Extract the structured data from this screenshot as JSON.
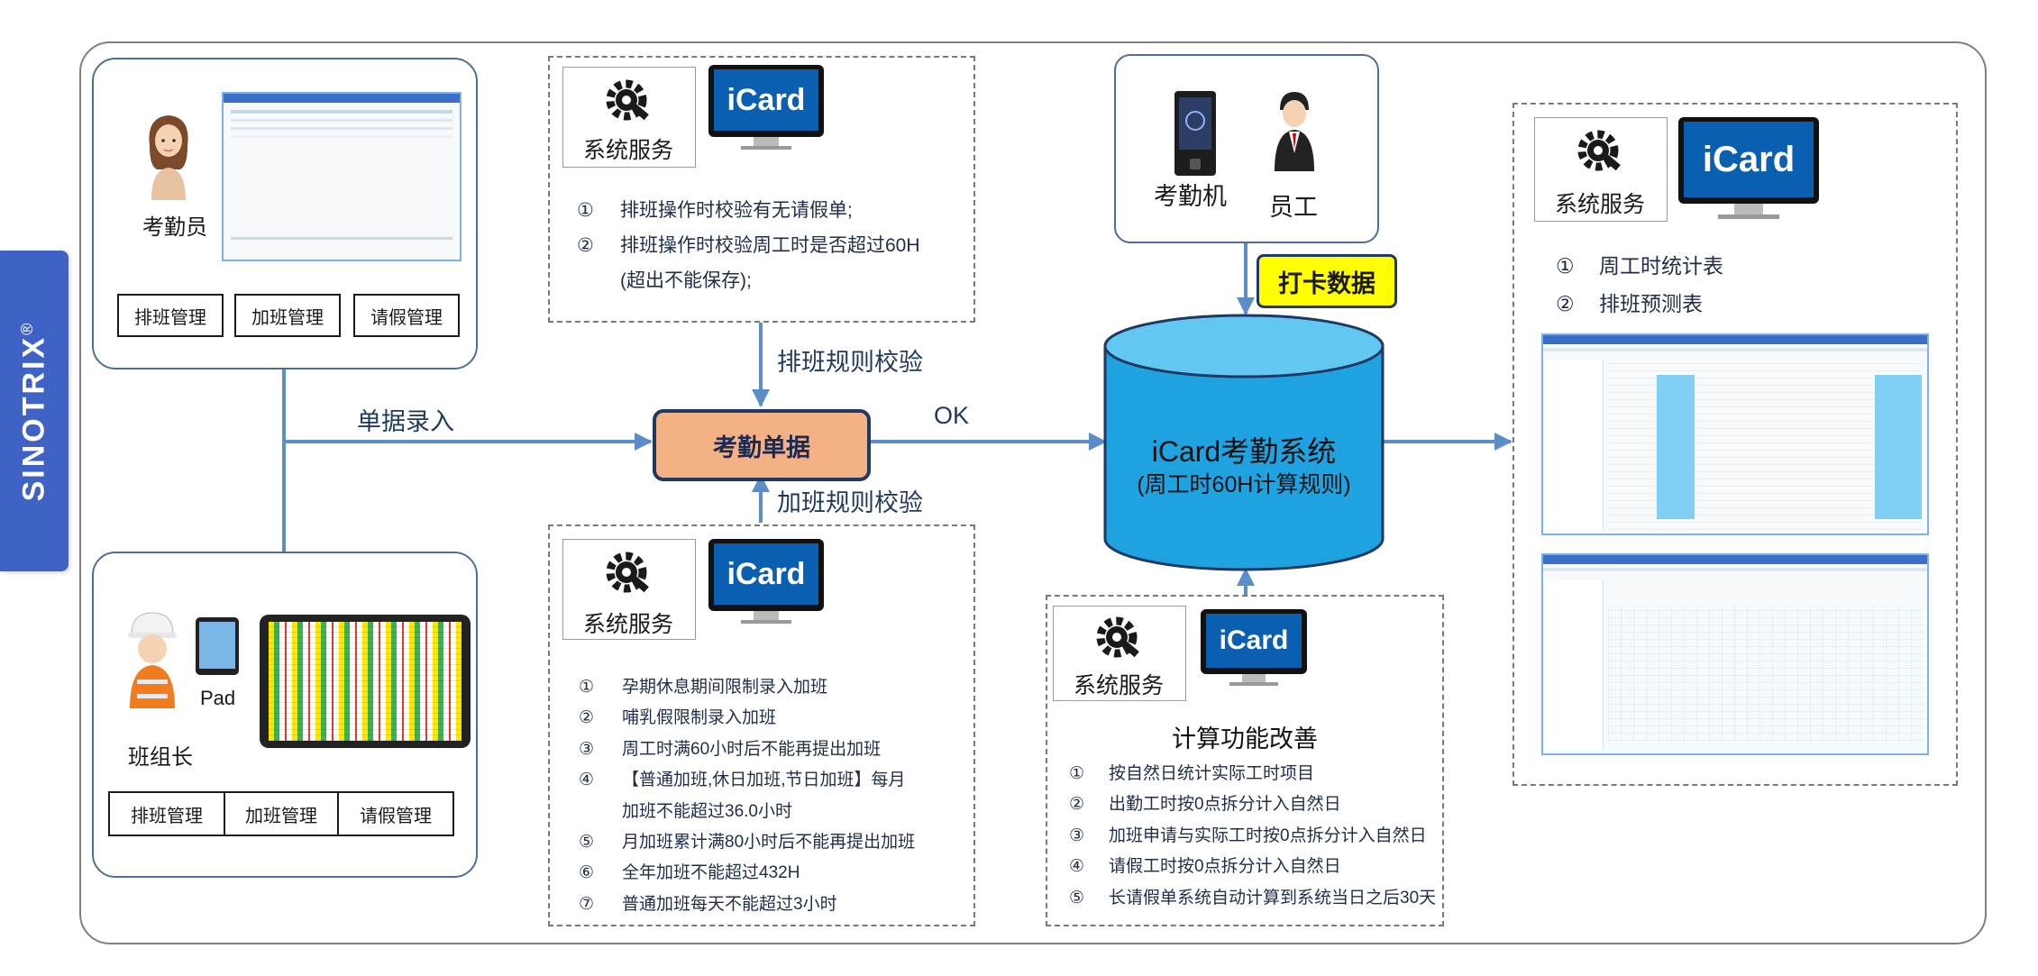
{
  "brand": {
    "name": "SINOTRIX",
    "mark": "®"
  },
  "clerk": {
    "label": "考勤员",
    "buttons": [
      "排班管理",
      "加班管理",
      "请假管理"
    ]
  },
  "team_leader": {
    "label": "班组长",
    "device": "Pad",
    "buttons": [
      "排班管理",
      "加班管理",
      "请假管理"
    ]
  },
  "flow": {
    "entry_label": "单据录入",
    "schedule_check": "排班规则校验",
    "overtime_check": "加班规则校验",
    "ok_label": "OK"
  },
  "center_node": {
    "label": "考勤单据"
  },
  "service_top": {
    "service_label": "系统服务",
    "icard_label": "iCard",
    "items": [
      {
        "num": "①",
        "text": "排班操作时校验有无请假单;"
      },
      {
        "num": "②",
        "text": "排班操作时校验周工时是否超过60H"
      }
    ],
    "item2_note": "(超出不能保存);"
  },
  "service_bottom": {
    "service_label": "系统服务",
    "icard_label": "iCard",
    "items": [
      {
        "num": "①",
        "text": "孕期休息期间限制录入加班"
      },
      {
        "num": "②",
        "text": "哺乳假限制录入加班"
      },
      {
        "num": "③",
        "text": "周工时满60小时后不能再提出加班"
      },
      {
        "num": "④",
        "text": "【普通加班,休日加班,节日加班】每月"
      },
      {
        "num": "",
        "text": "加班不能超过36.0小时"
      },
      {
        "num": "⑤",
        "text": "月加班累计满80小时后不能再提出加班"
      },
      {
        "num": "⑥",
        "text": "全年加班不能超过432H"
      },
      {
        "num": "⑦",
        "text": "普通加班每天不能超过3小时"
      }
    ]
  },
  "device_box": {
    "machine_label": "考勤机",
    "employee_label": "员工"
  },
  "punch_badge": {
    "label": "打卡数据"
  },
  "database": {
    "title": "iCard考勤系统",
    "subtitle": "(周工时60H计算规则)"
  },
  "calc_box": {
    "service_label": "系统服务",
    "icard_label": "iCard",
    "title": "计算功能改善",
    "items": [
      {
        "num": "①",
        "text": "按自然日统计实际工时项目"
      },
      {
        "num": "②",
        "text": "出勤工时按0点拆分计入自然日"
      },
      {
        "num": "③",
        "text": "加班申请与实际工时按0点拆分计入自然日"
      },
      {
        "num": "④",
        "text": "请假工时按0点拆分计入自然日"
      },
      {
        "num": "⑤",
        "text": "长请假单系统自动计算到系统当日之后30天"
      }
    ]
  },
  "report_box": {
    "service_label": "系统服务",
    "icard_label": "iCard",
    "items": [
      {
        "num": "①",
        "text": "周工时统计表"
      },
      {
        "num": "②",
        "text": "排班预测表"
      }
    ]
  },
  "colors": {
    "accent_blue": "#3f63c5",
    "line_blue": "#5b8ec9",
    "node_orange": "#f4b183",
    "cylinder": "#1fa3e0",
    "badge_yellow": "#ffff00"
  }
}
